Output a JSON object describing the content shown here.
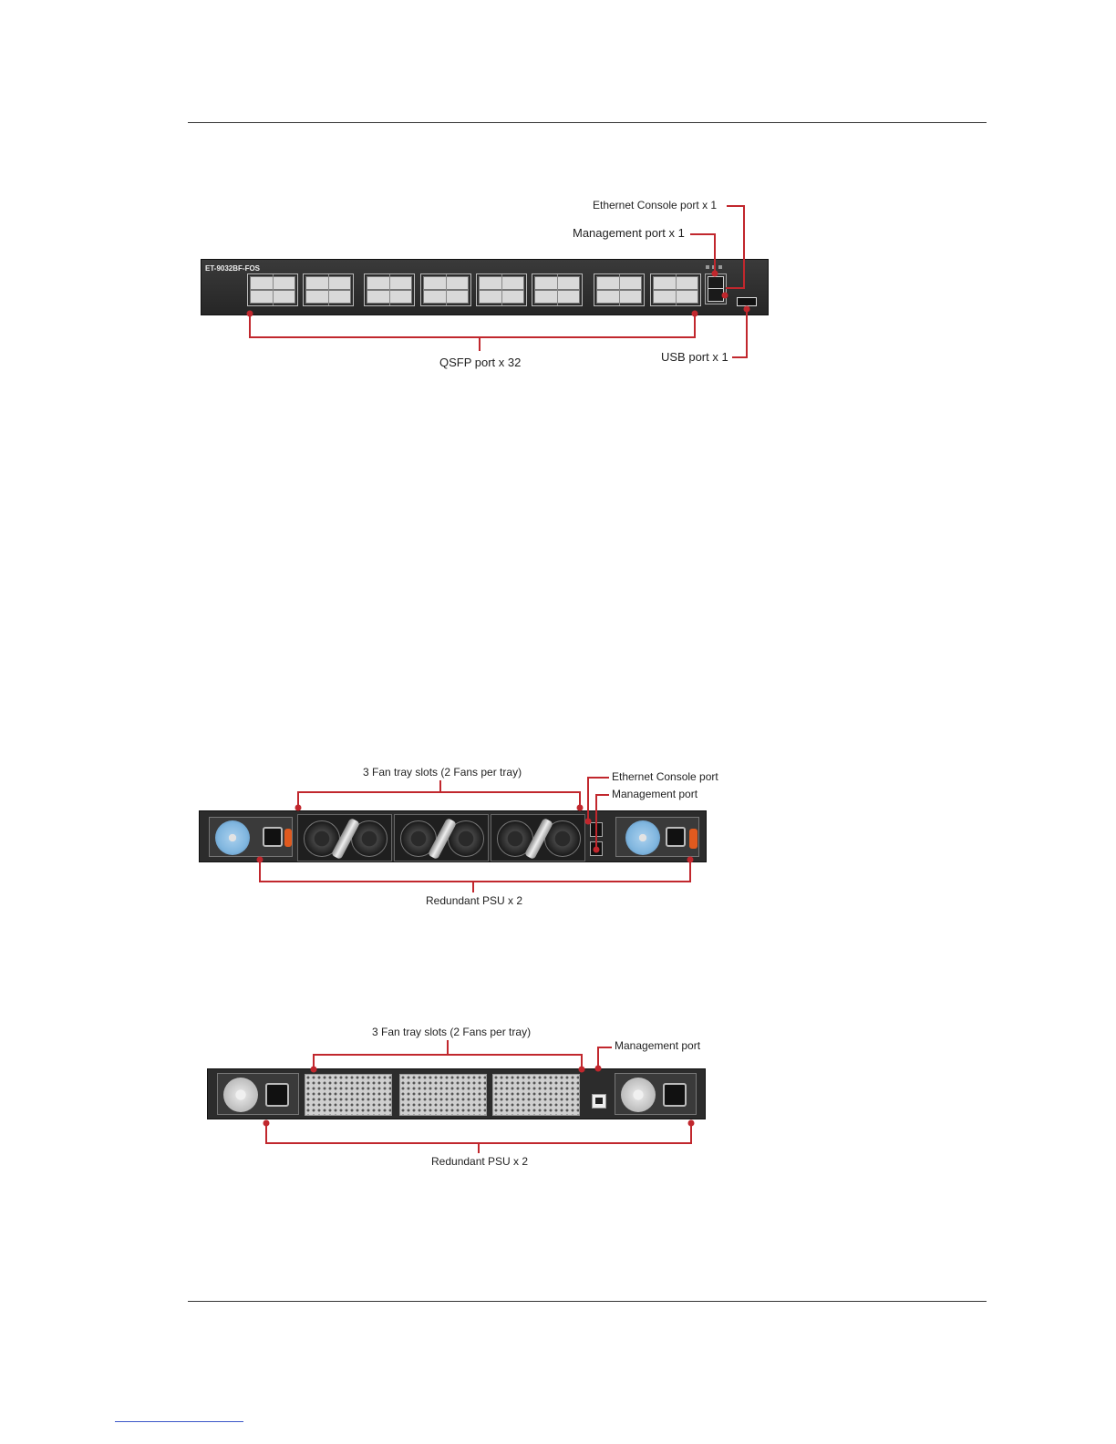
{
  "front_panel": {
    "model": "ET-9032BF-FOS",
    "labels": {
      "console": "Ethernet Console port x 1",
      "management": "Management port x 1",
      "qsfp": "QSFP port x 32",
      "usb": "USB port x 1"
    }
  },
  "rear_panel_a": {
    "labels": {
      "fan_trays": "3 Fan tray slots (2 Fans per tray)",
      "console": "Ethernet Console port",
      "management": "Management port",
      "psu": "Redundant PSU x 2"
    }
  },
  "rear_panel_b": {
    "labels": {
      "fan_trays": "3 Fan tray slots (2 Fans per tray)",
      "management": "Management port",
      "psu": "Redundant PSU x 2"
    }
  },
  "colors": {
    "callout": "#c1272d"
  }
}
